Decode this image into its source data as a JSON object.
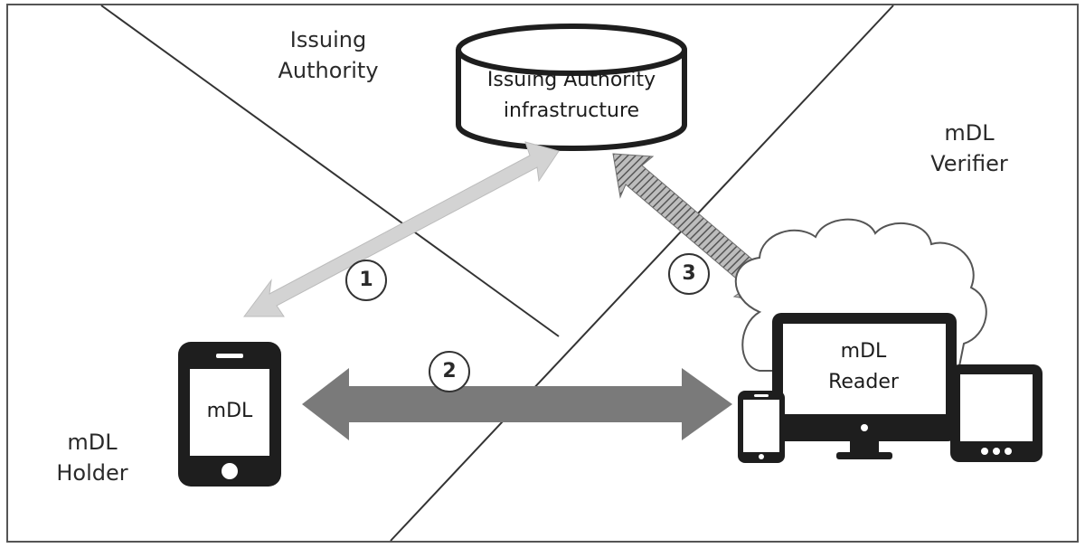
{
  "zones": {
    "issuing_authority": [
      "Issuing",
      "Authority"
    ],
    "mdl_verifier": [
      "mDL",
      "Verifier"
    ],
    "mdl_holder": [
      "mDL",
      "Holder"
    ]
  },
  "nodes": {
    "infrastructure": [
      "Issuing Authority",
      "infrastructure"
    ],
    "mdl": "mDL",
    "reader": [
      "mDL",
      "Reader"
    ]
  },
  "steps": [
    "1",
    "2",
    "3"
  ],
  "colors": {
    "frame": "#555555",
    "device": "#1e1e1e",
    "arrow_1": "#d3d3d3",
    "arrow_2": "#7a7a7a",
    "arrow_3": "#8c8c8c"
  }
}
